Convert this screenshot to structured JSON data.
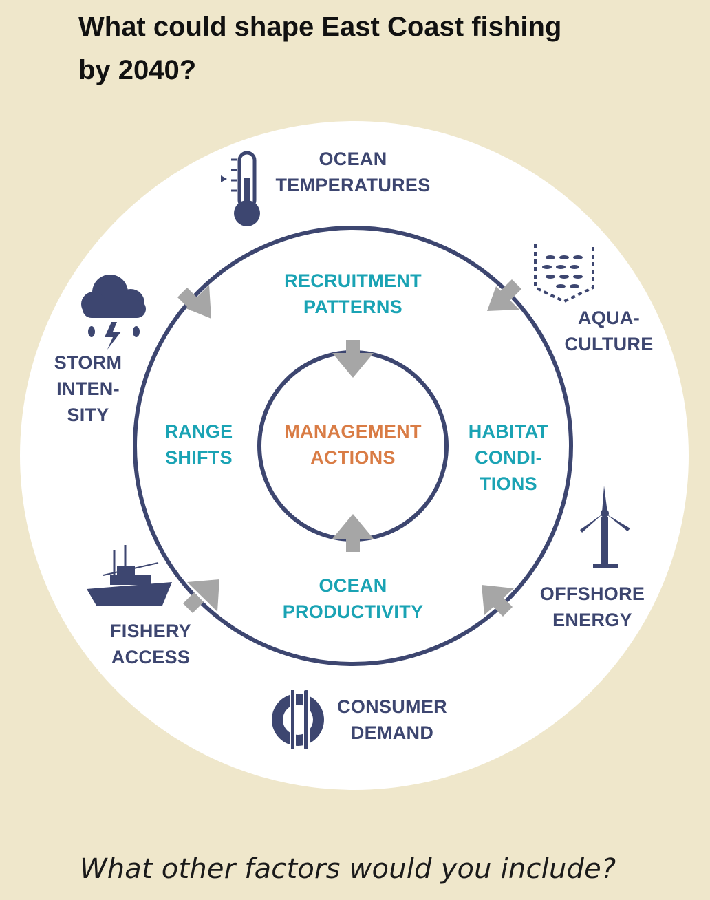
{
  "title_line1": "What could shape East Coast fishing",
  "title_line2": "by 2040?",
  "footer": "What other factors would you include?",
  "center": {
    "line1": "MANAGEMENT",
    "line2": "ACTIONS"
  },
  "inner": {
    "recruitment": {
      "line1": "RECRUITMENT",
      "line2": "PATTERNS"
    },
    "range": {
      "line1": "RANGE",
      "line2": "SHIFTS"
    },
    "habitat": {
      "line1": "HABITAT",
      "line2": "CONDI-",
      "line3": "TIONS"
    },
    "productivity": {
      "line1": "OCEAN",
      "line2": "PRODUCTIVITY"
    }
  },
  "outer": {
    "temperatures": {
      "line1": "OCEAN",
      "line2": "TEMPERATURES"
    },
    "aquaculture": {
      "line1": "AQUA-",
      "line2": "CULTURE"
    },
    "storm": {
      "line1": "STORM",
      "line2": "INTEN-",
      "line3": "SITY"
    },
    "offshore": {
      "line1": "OFFSHORE",
      "line2": "ENERGY"
    },
    "fishery": {
      "line1": "FISHERY",
      "line2": "ACCESS"
    },
    "consumer": {
      "line1": "CONSUMER",
      "line2": "DEMAND"
    }
  },
  "colors": {
    "background": "#efe7cb",
    "navy": "#3d4670",
    "teal": "#1aa3b4",
    "orange": "#d97c45",
    "arrow": "#a6a6a6"
  },
  "icons": [
    "thermometer-icon",
    "fish-pen-icon",
    "storm-cloud-icon",
    "wind-turbine-icon",
    "fishing-boat-icon",
    "plate-cutlery-icon"
  ]
}
